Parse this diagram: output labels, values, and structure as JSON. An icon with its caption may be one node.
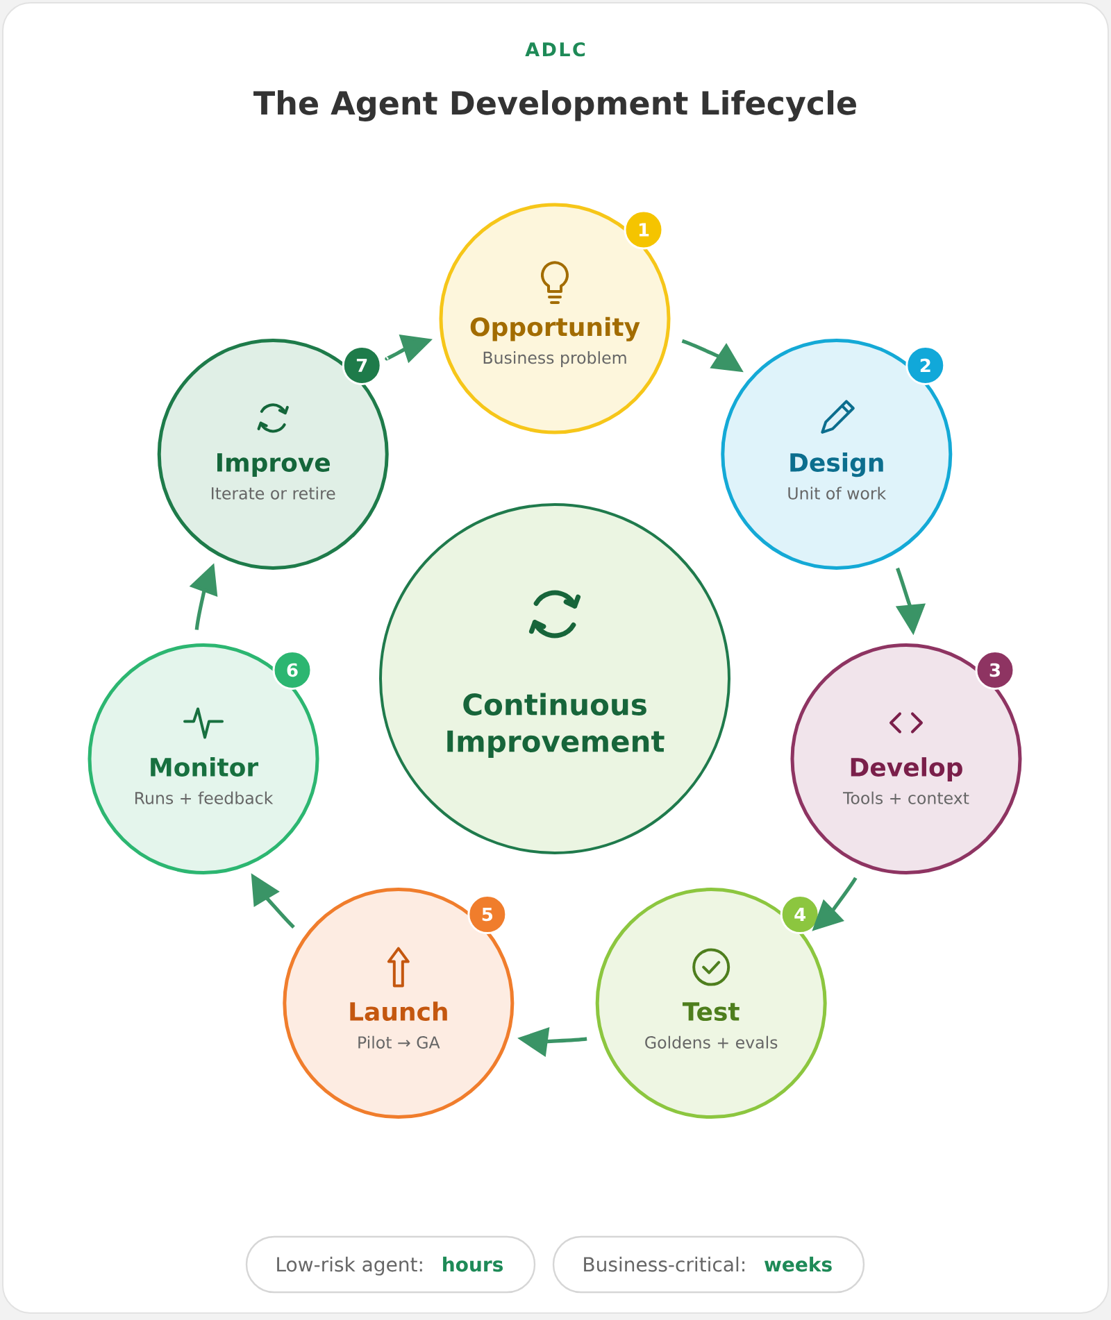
{
  "diagram": {
    "title": "The Agent Development Lifecycle",
    "nodes": [
      {
        "text": [
          "Opportunity",
          "Business problem"
        ],
        "beside": [
          "1"
        ]
      },
      {
        "text": [
          "Design",
          "Unit of work"
        ],
        "beside": [
          "2"
        ]
      },
      {
        "text": [
          "Develop",
          "Tools + context"
        ],
        "beside": [
          "3"
        ]
      },
      {
        "text": [
          "Test",
          "Goldens + evals"
        ],
        "beside": [
          "4"
        ]
      },
      {
        "text": [
          "Launch",
          "Pilot → GA"
        ],
        "beside": [
          "5"
        ]
      },
      {
        "text": [
          "Monitor",
          "Runs + feedback"
        ],
        "beside": [
          "6"
        ]
      },
      {
        "text": [
          "Improve",
          "Iterate or retire"
        ],
        "beside": [
          "7"
        ]
      },
      {
        "text": [
          "Continuous Improvement"
        ]
      },
      {
        "text": [
          "Low-risk agent:",
          "hours"
        ]
      },
      {
        "text": [
          "Business-critical:",
          "weeks"
        ]
      }
    ],
    "edges": [
      {
        "from": 0,
        "to": 1,
        "arrow": "to"
      },
      {
        "from": 1,
        "to": 2,
        "arrow": "to"
      },
      {
        "from": 2,
        "to": 3,
        "arrow": "to"
      },
      {
        "from": 3,
        "to": 4,
        "arrow": "to"
      },
      {
        "from": 4,
        "to": 5,
        "arrow": "to"
      },
      {
        "from": 5,
        "to": 6,
        "arrow": "to"
      },
      {
        "from": 6,
        "to": 0,
        "arrow": "to"
      }
    ],
    "labels": [
      "ADLC"
    ]
  }
}
